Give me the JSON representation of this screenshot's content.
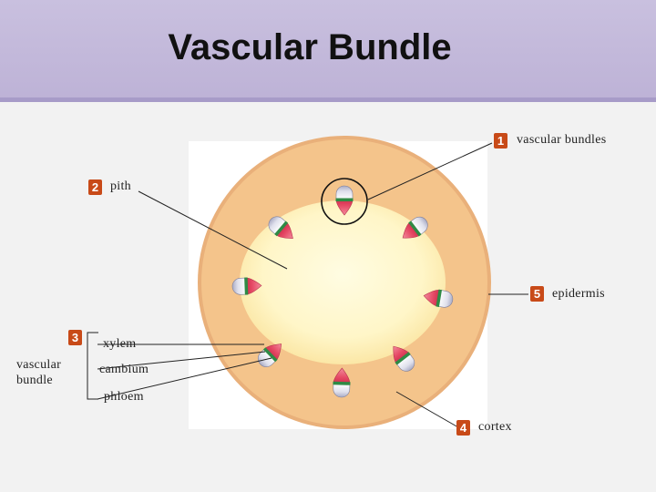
{
  "title": "Vascular Bundle",
  "colors": {
    "cortex": "#f4c48b",
    "pith_center": "#fffad8",
    "pith_edge": "#fbe8a8",
    "xylem": "#dfe0ec",
    "phloem": "#e64a66",
    "cambium": "#2f8a45",
    "badge": "#c84a18"
  },
  "callouts": [
    {
      "number": "1",
      "label": "vascular bundles"
    },
    {
      "number": "2",
      "label": "pith"
    },
    {
      "number": "3",
      "label": "vascular bundle"
    },
    {
      "number": "4",
      "label": "cortex"
    },
    {
      "number": "5",
      "label": "epidermis"
    }
  ],
  "parts": {
    "xylem": "xylem",
    "cambium": "cambium",
    "phloem": "phloem"
  }
}
